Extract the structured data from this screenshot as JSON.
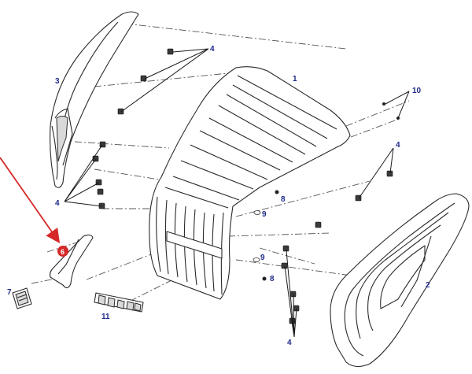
{
  "callouts": {
    "c1": "1",
    "c2": "2",
    "c3": "3",
    "c4a": "4",
    "c4b": "4",
    "c4c": "4",
    "c4d": "4",
    "c6": "6",
    "c7": "7",
    "c8a": "8",
    "c8b": "8",
    "c9a": "9",
    "c9b": "9",
    "c10": "10",
    "c11": "11"
  },
  "colors": {
    "callout_text": "#1f2a8a",
    "highlight_arrow": "#d62828",
    "highlight_badge": "#d62828",
    "line": "#2a2a2a"
  }
}
